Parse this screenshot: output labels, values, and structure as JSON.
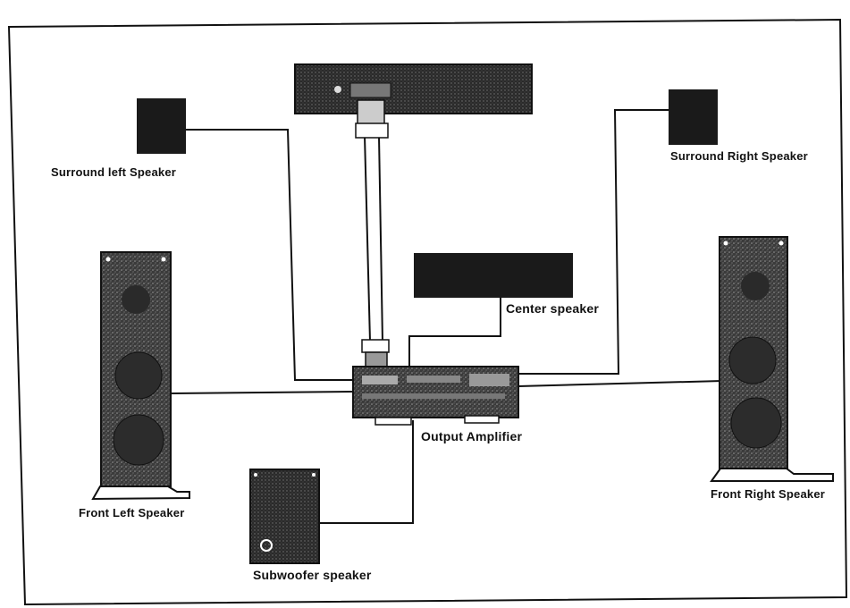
{
  "labels": {
    "surround_left": "Surround left Speaker",
    "surround_right": "Surround Right Speaker",
    "center": "Center speaker",
    "output_amplifier": "Output Amplifier",
    "front_left": "Front Left Speaker",
    "front_right": "Front Right Speaker",
    "subwoofer": "Subwoofer  speaker"
  },
  "colors": {
    "ink": "#111111",
    "device": "#1a1a1a",
    "speaker_body": "#222222",
    "cone": "#3a3a3a",
    "paper": "#ffffff"
  }
}
